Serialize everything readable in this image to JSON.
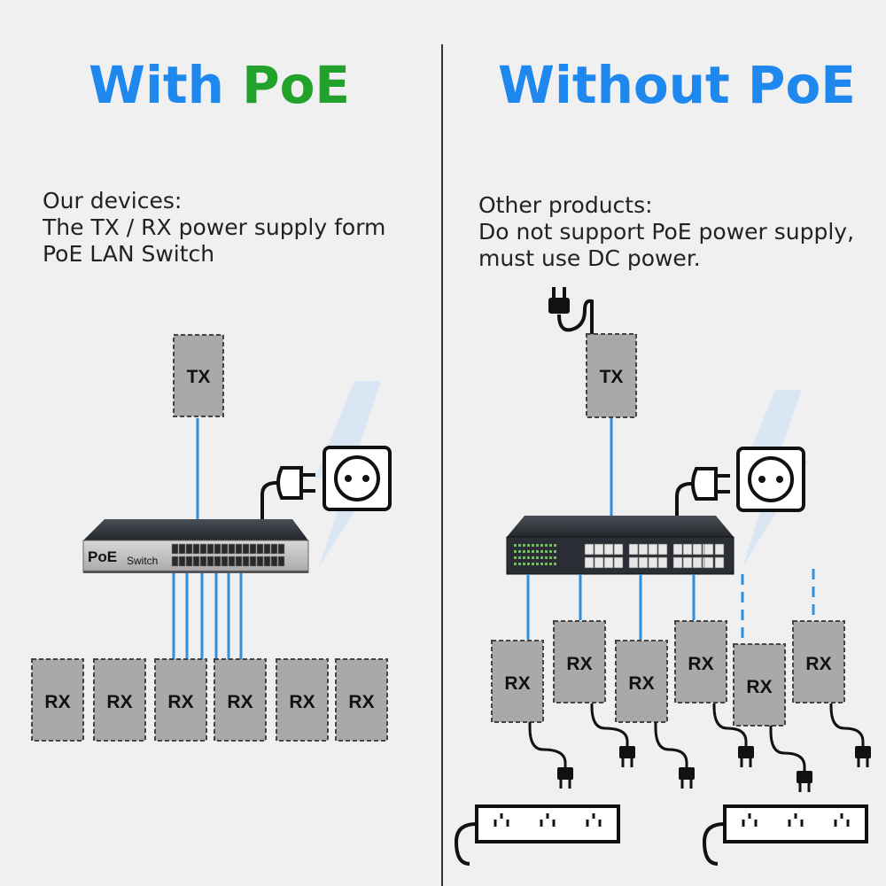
{
  "left_panel": {
    "heading_part1": "With ",
    "heading_part2": "PoE",
    "description": [
      "Our devices:",
      "The TX / RX power supply form",
      "PoE LAN Switch"
    ],
    "tx_label": "TX",
    "switch_brand": "PoE",
    "switch_text": "Switch",
    "rx_labels": [
      "RX",
      "RX",
      "RX",
      "RX",
      "RX",
      "RX"
    ]
  },
  "right_panel": {
    "heading": "Without PoE",
    "description": [
      "Other products:",
      "Do not support PoE power supply,",
      "must use DC power."
    ],
    "tx_label": "TX",
    "rx_labels": [
      "RX",
      "RX",
      "RX",
      "RX",
      "RX",
      "RX"
    ]
  },
  "colors": {
    "heading_blue": "#1e88ef",
    "heading_green": "#22a12b",
    "cable_blue": "#2f8fe0",
    "device_fill": "#a9a9a9",
    "switch_body": "#2b2f35"
  },
  "icons": [
    "wall-socket-icon",
    "power-plug-icon",
    "power-strip-icon",
    "lightning-bolt-icon"
  ]
}
